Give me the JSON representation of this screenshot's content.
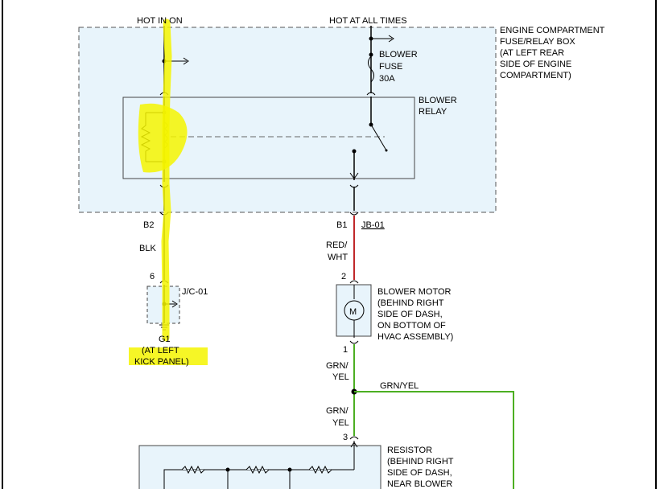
{
  "colors": {
    "box_fill": "#e8f4fb",
    "wire_black": "#000000",
    "wire_red": "#c0282a",
    "wire_green": "#4caf22",
    "highlight": "#f5f500",
    "border": "#000000"
  },
  "labels": {
    "hot_in_on": "HOT IN ON",
    "hot_at_all_times": "HOT AT ALL TIMES",
    "fuse_box": [
      "ENGINE COMPARTMENT",
      "FUSE/RELAY BOX",
      "(AT LEFT REAR",
      "SIDE OF ENGINE",
      "COMPARTMENT)"
    ],
    "blower_fuse": [
      "BLOWER",
      "FUSE",
      "30A"
    ],
    "blower_relay": [
      "BLOWER",
      "RELAY"
    ],
    "pin_b2": "B2",
    "pin_b1": "B1",
    "jb_connector": "JB-01",
    "wire_blk": "BLK",
    "wire_red_wht": [
      "RED/",
      "WHT"
    ],
    "pin_6": "6",
    "jc_connector": "J/C-01",
    "ground_g1": "G1",
    "ground_location": [
      "(AT LEFT",
      "KICK PANEL)"
    ],
    "pin_2": "2",
    "motor_symbol": "M",
    "blower_motor": [
      "BLOWER MOTOR",
      "(BEHIND RIGHT",
      "SIDE OF DASH,",
      "ON BOTTOM OF",
      "HVAC ASSEMBLY)"
    ],
    "pin_1": "1",
    "wire_grn_yel_a": [
      "GRN/",
      "YEL"
    ],
    "wire_grn_yel_branch": "GRN/YEL",
    "wire_grn_yel_b": [
      "GRN/",
      "YEL"
    ],
    "pin_3": "3",
    "resistor": [
      "RESISTOR",
      "(BEHIND RIGHT",
      "SIDE OF DASH,",
      "NEAR BLOWER"
    ]
  }
}
